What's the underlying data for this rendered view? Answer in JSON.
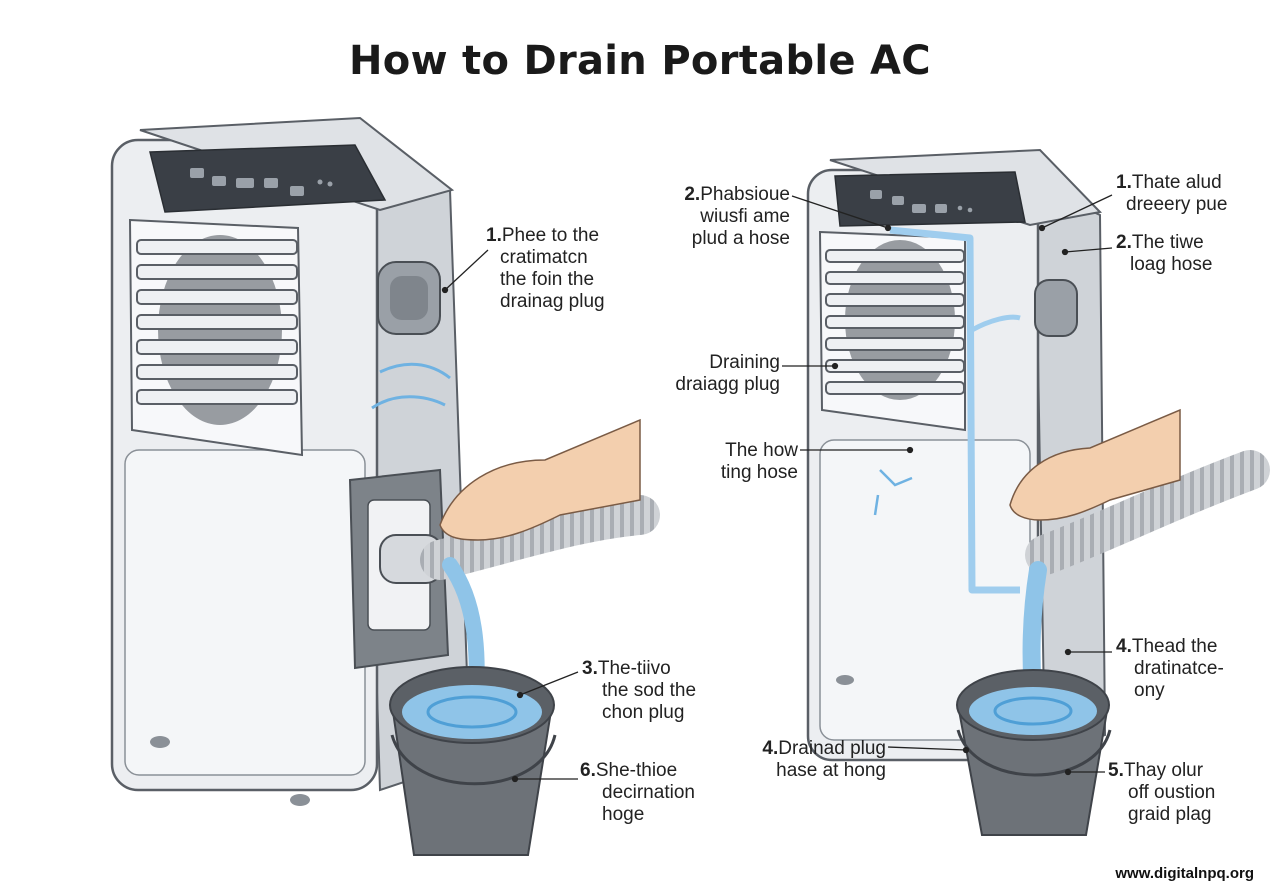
{
  "title": "How to Drain Portable AC",
  "footer": "www.digitalnpq.org",
  "colors": {
    "unit_body": "#e9ebee",
    "unit_outline": "#5a5f66",
    "panel": "#3a3f46",
    "hose": "#c9ccd1",
    "water": "#8fc4e8",
    "water_dark": "#4f9fd6",
    "bucket": "#6d7278",
    "skin": "#f3cfae"
  },
  "labels": {
    "left_1": {
      "num": "1.",
      "lines": [
        "Phee to the",
        "cratimatcn",
        "the foin the",
        "drainag plug"
      ]
    },
    "left_3": {
      "num": "3.",
      "lines": [
        "The-tiivo",
        "the sod the",
        "chon plug"
      ]
    },
    "left_6": {
      "num": "6.",
      "lines": [
        "She-thioe",
        "decirnation",
        "hoge"
      ]
    },
    "right_2a": {
      "num": "2.",
      "lines": [
        "Phabsioue",
        "wiusfi ame",
        "plud a hose"
      ]
    },
    "right_draining": {
      "num": "",
      "lines": [
        "Draining",
        "draiagg plug"
      ]
    },
    "right_how": {
      "num": "",
      "lines": [
        "The how",
        "ting hose"
      ]
    },
    "right_4a": {
      "num": "4.",
      "lines": [
        "Drainad plug",
        "hase at hong"
      ]
    },
    "right_1": {
      "num": "1.",
      "lines": [
        "Thate alud",
        "dreeery pue"
      ]
    },
    "right_2b": {
      "num": "2.",
      "lines": [
        "The tiwe",
        "loag hose"
      ]
    },
    "right_4b": {
      "num": "4.",
      "lines": [
        "Thead the",
        "dratinatce-",
        "ony"
      ]
    },
    "right_5": {
      "num": "5.",
      "lines": [
        "Thay olur",
        "off oustion",
        "graid plag"
      ]
    }
  }
}
